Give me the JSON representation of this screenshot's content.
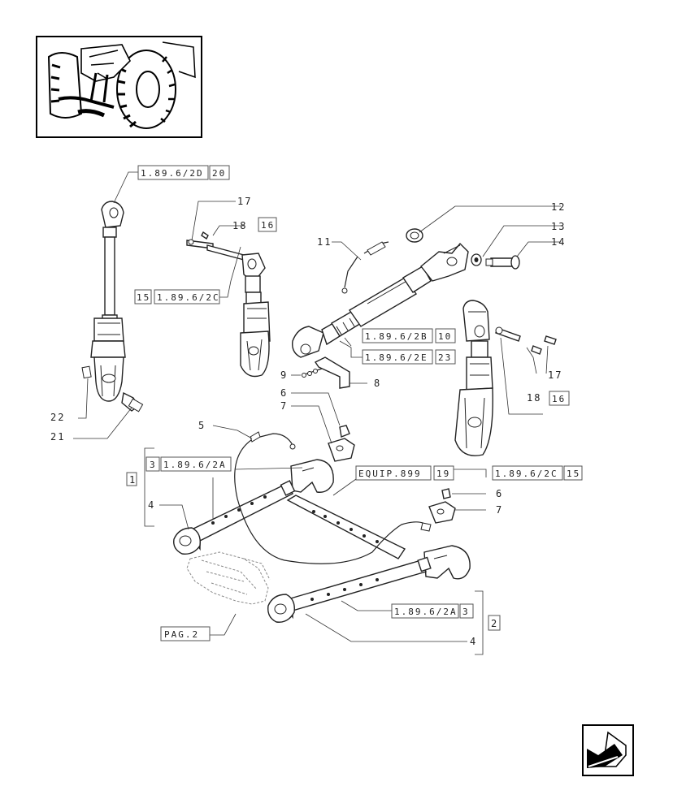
{
  "title": "",
  "thumbnail": {
    "name": "tractor-rear-view"
  },
  "nav": {
    "icon": "arrow-back-icon"
  },
  "callouts": {
    "c1": "1",
    "c2": "2",
    "c3": "3",
    "c4a": "4",
    "c4b": "4",
    "c5": "5",
    "c6a": "6",
    "c6b": "6",
    "c7a": "7",
    "c7b": "7",
    "c8": "8",
    "c9": "9",
    "c11": "11",
    "c12": "12",
    "c13": "13",
    "c14": "14",
    "c17a": "17",
    "c17b": "17",
    "c18a": "18",
    "c18b": "18",
    "c21": "21",
    "c22": "22"
  },
  "refs": {
    "r_2d": {
      "ref": "1.89.6/2D",
      "num": "20"
    },
    "r_2c_a": {
      "ref": "1.89.6/2C",
      "num": "15"
    },
    "r_16a": {
      "num": "16"
    },
    "r_2b": {
      "ref": "1.89.6/2B",
      "num": "10"
    },
    "r_2e": {
      "ref": "1.89.6/2E",
      "num": "23"
    },
    "r_16b": {
      "num": "16"
    },
    "r_2c_b": {
      "ref": "1.89.6/2C",
      "num": "15"
    },
    "r_2a_a": {
      "ref": "1.89.6/2A",
      "num": "3"
    },
    "r_equip": {
      "ref": "EQUIP.899",
      "num": "19"
    },
    "r_2a_b": {
      "ref": "1.89.6/2A",
      "num": "3"
    },
    "r_pag": {
      "ref": "PAG.2"
    }
  },
  "colors": {
    "line": "#222222",
    "box": "#555555",
    "background": "#ffffff"
  }
}
